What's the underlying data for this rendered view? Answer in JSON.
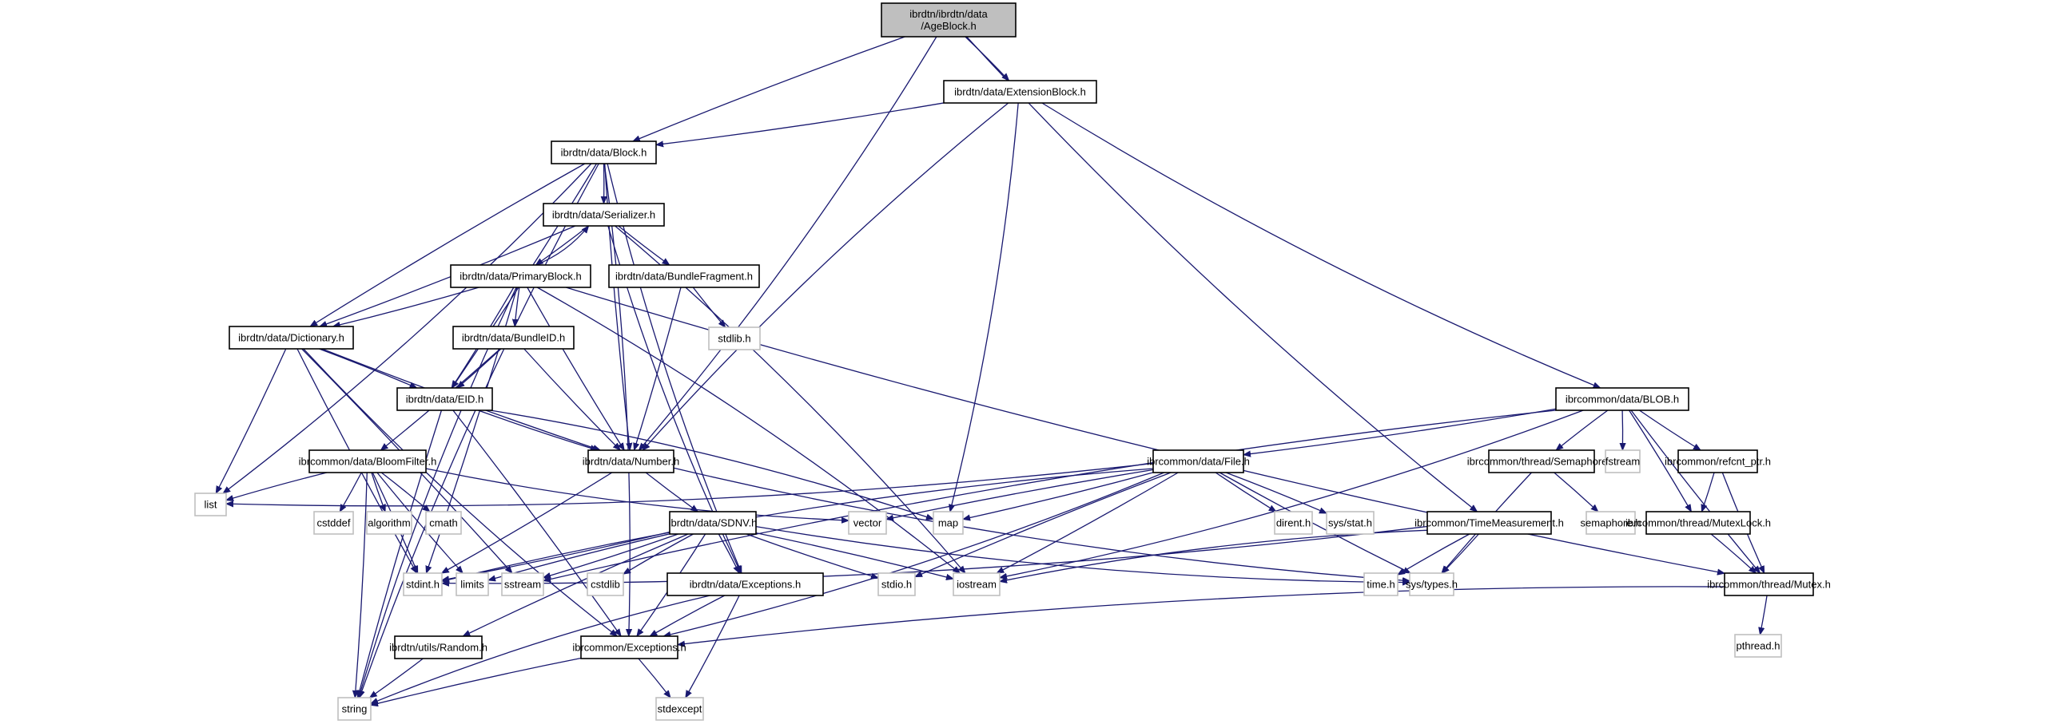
{
  "diagram": {
    "title": "ibrdtn/ibrdtn/data/AgeBlock.h include dependency graph",
    "colors": {
      "edge": "#191970",
      "root_fill": "#bfbfbf",
      "local_border": "#000000",
      "system_border": "#c0c0c0"
    },
    "nodes": [
      {
        "id": "ageblock",
        "label": "ibrdtn/ibrdtn/data\n/AgeBlock.h",
        "kind": "root"
      },
      {
        "id": "extensionblock",
        "label": "ibrdtn/data/ExtensionBlock.h",
        "kind": "local"
      },
      {
        "id": "block",
        "label": "ibrdtn/data/Block.h",
        "kind": "local"
      },
      {
        "id": "serializer",
        "label": "ibrdtn/data/Serializer.h",
        "kind": "local"
      },
      {
        "id": "primaryblock",
        "label": "ibrdtn/data/PrimaryBlock.h",
        "kind": "local"
      },
      {
        "id": "bundlefragment",
        "label": "ibrdtn/data/BundleFragment.h",
        "kind": "local"
      },
      {
        "id": "stdlib",
        "label": "stdlib.h",
        "kind": "system"
      },
      {
        "id": "dictionary",
        "label": "ibrdtn/data/Dictionary.h",
        "kind": "local"
      },
      {
        "id": "bundleid",
        "label": "ibrdtn/data/BundleID.h",
        "kind": "local"
      },
      {
        "id": "eid",
        "label": "ibrdtn/data/EID.h",
        "kind": "local"
      },
      {
        "id": "bloomfilter",
        "label": "ibrcommon/data/BloomFilter.h",
        "kind": "local"
      },
      {
        "id": "number",
        "label": "ibrdtn/data/Number.h",
        "kind": "local"
      },
      {
        "id": "blob",
        "label": "ibrcommon/data/BLOB.h",
        "kind": "local"
      },
      {
        "id": "file",
        "label": "ibrcommon/data/File.h",
        "kind": "local"
      },
      {
        "id": "semaphore",
        "label": "ibrcommon/thread/Semaphore.h",
        "kind": "local"
      },
      {
        "id": "fstream",
        "label": "fstream",
        "kind": "system"
      },
      {
        "id": "refcnt",
        "label": "ibrcommon/refcnt_ptr.h",
        "kind": "local"
      },
      {
        "id": "list",
        "label": "list",
        "kind": "system"
      },
      {
        "id": "cstddef",
        "label": "cstddef",
        "kind": "system"
      },
      {
        "id": "algorithm",
        "label": "algorithm",
        "kind": "system"
      },
      {
        "id": "cmath",
        "label": "cmath",
        "kind": "system"
      },
      {
        "id": "sdnv",
        "label": "ibrdtn/data/SDNV.h",
        "kind": "local"
      },
      {
        "id": "vector",
        "label": "vector",
        "kind": "system"
      },
      {
        "id": "map",
        "label": "map",
        "kind": "system"
      },
      {
        "id": "dirent",
        "label": "dirent.h",
        "kind": "system"
      },
      {
        "id": "sysstat",
        "label": "sys/stat.h",
        "kind": "system"
      },
      {
        "id": "timemeasurement",
        "label": "ibrcommon/TimeMeasurement.h",
        "kind": "local"
      },
      {
        "id": "semaphoreh",
        "label": "semaphore.h",
        "kind": "system"
      },
      {
        "id": "mutexlock",
        "label": "ibrcommon/thread/MutexLock.h",
        "kind": "local"
      },
      {
        "id": "stdint",
        "label": "stdint.h",
        "kind": "system"
      },
      {
        "id": "limits",
        "label": "limits",
        "kind": "system"
      },
      {
        "id": "sstream",
        "label": "sstream",
        "kind": "system"
      },
      {
        "id": "cstdlib",
        "label": "cstdlib",
        "kind": "system"
      },
      {
        "id": "dataexceptions",
        "label": "ibrdtn/data/Exceptions.h",
        "kind": "local"
      },
      {
        "id": "stdio",
        "label": "stdio.h",
        "kind": "system"
      },
      {
        "id": "iostream",
        "label": "iostream",
        "kind": "system"
      },
      {
        "id": "time",
        "label": "time.h",
        "kind": "system"
      },
      {
        "id": "systypes",
        "label": "sys/types.h",
        "kind": "system"
      },
      {
        "id": "mutex",
        "label": "ibrcommon/thread/Mutex.h",
        "kind": "local"
      },
      {
        "id": "random",
        "label": "ibrdtn/utils/Random.h",
        "kind": "local"
      },
      {
        "id": "commonexceptions",
        "label": "ibrcommon/Exceptions.h",
        "kind": "local"
      },
      {
        "id": "pthread",
        "label": "pthread.h",
        "kind": "system"
      },
      {
        "id": "string",
        "label": "string",
        "kind": "system"
      },
      {
        "id": "stdexcept",
        "label": "stdexcept",
        "kind": "system"
      }
    ],
    "edges": [
      [
        "ageblock",
        "extensionblock"
      ],
      [
        "ageblock",
        "block"
      ],
      [
        "ageblock",
        "number"
      ],
      [
        "ageblock",
        "timemeasurement"
      ],
      [
        "extensionblock",
        "block"
      ],
      [
        "extensionblock",
        "number"
      ],
      [
        "extensionblock",
        "map"
      ],
      [
        "extensionblock",
        "blob"
      ],
      [
        "block",
        "serializer"
      ],
      [
        "block",
        "dictionary"
      ],
      [
        "block",
        "eid"
      ],
      [
        "block",
        "number"
      ],
      [
        "block",
        "list"
      ],
      [
        "block",
        "dataexceptions"
      ],
      [
        "block",
        "commonexceptions"
      ],
      [
        "block",
        "string"
      ],
      [
        "serializer",
        "primaryblock"
      ],
      [
        "serializer",
        "bundlefragment"
      ],
      [
        "serializer",
        "dictionary"
      ],
      [
        "serializer",
        "dataexceptions"
      ],
      [
        "serializer",
        "iostream"
      ],
      [
        "primaryblock",
        "serializer"
      ],
      [
        "primaryblock",
        "dictionary"
      ],
      [
        "primaryblock",
        "bundleid"
      ],
      [
        "primaryblock",
        "eid"
      ],
      [
        "primaryblock",
        "number"
      ],
      [
        "primaryblock",
        "iostream"
      ],
      [
        "primaryblock",
        "mutex"
      ],
      [
        "primaryblock",
        "stdint"
      ],
      [
        "primaryblock",
        "string"
      ],
      [
        "bundlefragment",
        "number"
      ],
      [
        "bundlefragment",
        "stdlib"
      ],
      [
        "dictionary",
        "eid"
      ],
      [
        "dictionary",
        "number"
      ],
      [
        "dictionary",
        "list"
      ],
      [
        "dictionary",
        "stdint"
      ],
      [
        "dictionary",
        "sstream"
      ],
      [
        "dictionary",
        "commonexceptions"
      ],
      [
        "bundleid",
        "eid"
      ],
      [
        "bundleid",
        "number"
      ],
      [
        "bundleid",
        "bloomfilter"
      ],
      [
        "eid",
        "number"
      ],
      [
        "eid",
        "map"
      ],
      [
        "eid",
        "string"
      ],
      [
        "eid",
        "commonexceptions"
      ],
      [
        "bloomfilter",
        "list"
      ],
      [
        "bloomfilter",
        "cstddef"
      ],
      [
        "bloomfilter",
        "algorithm"
      ],
      [
        "bloomfilter",
        "cmath"
      ],
      [
        "bloomfilter",
        "vector"
      ],
      [
        "bloomfilter",
        "stdint"
      ],
      [
        "bloomfilter",
        "limits"
      ],
      [
        "bloomfilter",
        "string"
      ],
      [
        "number",
        "sdnv"
      ],
      [
        "number",
        "stdint"
      ],
      [
        "number",
        "systypes"
      ],
      [
        "sdnv",
        "stdint"
      ],
      [
        "sdnv",
        "limits"
      ],
      [
        "sdnv",
        "sstream"
      ],
      [
        "sdnv",
        "cstdlib"
      ],
      [
        "sdnv",
        "dataexceptions"
      ],
      [
        "sdnv",
        "stdio"
      ],
      [
        "sdnv",
        "iostream"
      ],
      [
        "sdnv",
        "random"
      ],
      [
        "sdnv",
        "commonexceptions"
      ],
      [
        "sdnv",
        "systypes"
      ],
      [
        "blob",
        "file"
      ],
      [
        "blob",
        "semaphore"
      ],
      [
        "blob",
        "fstream"
      ],
      [
        "blob",
        "refcnt"
      ],
      [
        "blob",
        "mutexlock"
      ],
      [
        "blob",
        "mutex"
      ],
      [
        "blob",
        "iostream"
      ],
      [
        "blob",
        "sstream"
      ],
      [
        "file",
        "list"
      ],
      [
        "file",
        "vector"
      ],
      [
        "file",
        "map"
      ],
      [
        "file",
        "dirent"
      ],
      [
        "file",
        "sysstat"
      ],
      [
        "file",
        "stdio"
      ],
      [
        "file",
        "iostream"
      ],
      [
        "file",
        "systypes"
      ],
      [
        "file",
        "commonexceptions"
      ],
      [
        "file",
        "stdint"
      ],
      [
        "semaphore",
        "semaphoreh"
      ],
      [
        "semaphore",
        "systypes"
      ],
      [
        "refcnt",
        "mutexlock"
      ],
      [
        "refcnt",
        "mutex"
      ],
      [
        "mutexlock",
        "mutex"
      ],
      [
        "timemeasurement",
        "time"
      ],
      [
        "timemeasurement",
        "systypes"
      ],
      [
        "timemeasurement",
        "iostream"
      ],
      [
        "timemeasurement",
        "stdint"
      ],
      [
        "dataexceptions",
        "commonexceptions"
      ],
      [
        "dataexceptions",
        "stdexcept"
      ],
      [
        "dataexceptions",
        "string"
      ],
      [
        "mutex",
        "pthread"
      ],
      [
        "mutex",
        "commonexceptions"
      ],
      [
        "random",
        "string"
      ],
      [
        "commonexceptions",
        "string"
      ],
      [
        "commonexceptions",
        "stdexcept"
      ]
    ]
  }
}
